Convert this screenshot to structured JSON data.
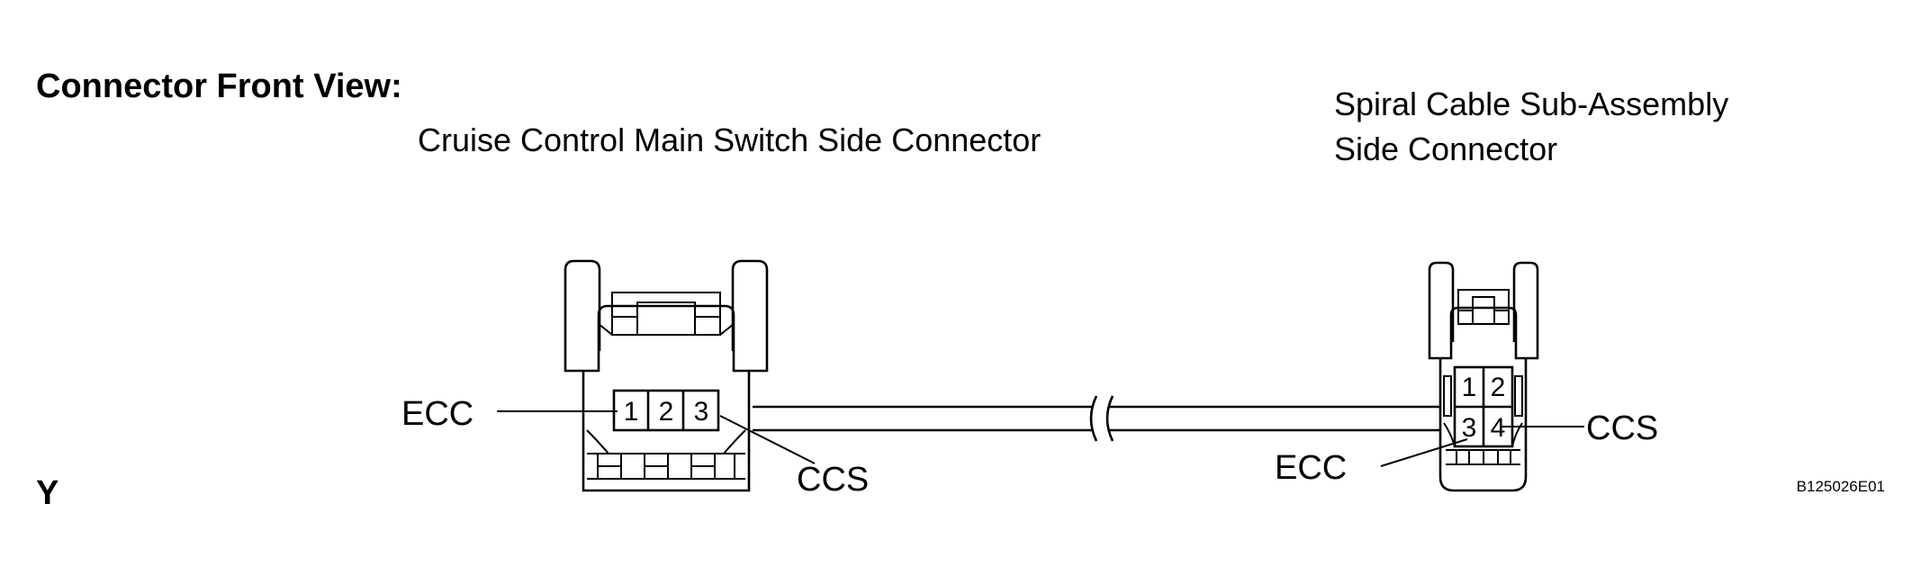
{
  "heading": "Connector Front View:",
  "left_connector": {
    "title": "Cruise Control Main Switch Side Connector",
    "pins": [
      "1",
      "2",
      "3"
    ],
    "callouts": {
      "ecc": "ECC",
      "ccs": "CCS"
    }
  },
  "right_connector": {
    "title_line1": "Spiral Cable Sub-Assembly",
    "title_line2": "Side Connector",
    "pins": [
      "1",
      "2",
      "3",
      "4"
    ],
    "callouts": {
      "ecc": "ECC",
      "ccs": "CCS"
    }
  },
  "color_code": "Y",
  "figure_id": "B125026E01"
}
